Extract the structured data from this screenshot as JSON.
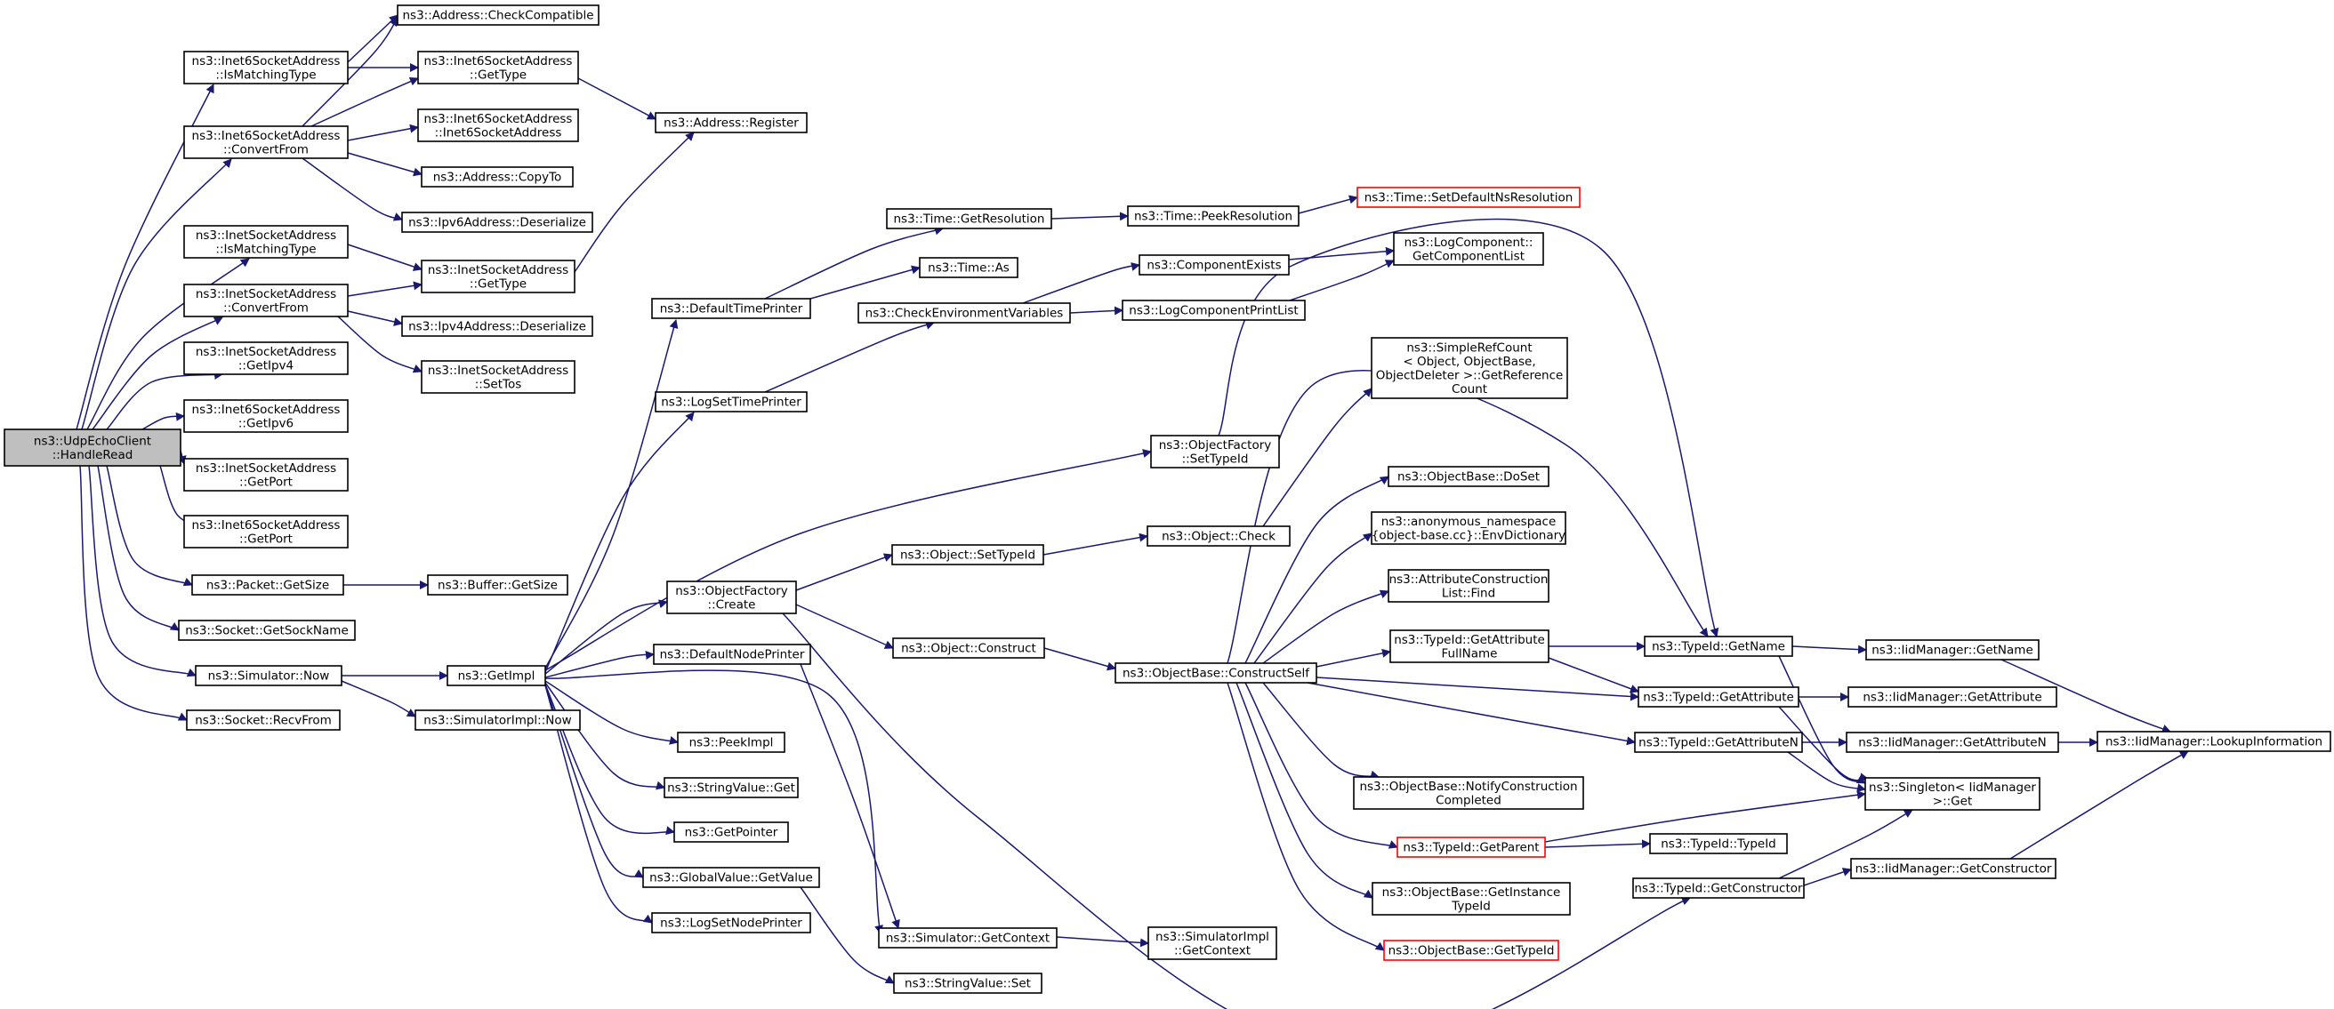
{
  "colors": {
    "edge": "#191970",
    "root_fill": "#bfbfbf",
    "truncated_stroke": "#ff0000",
    "node_stroke": "#000000"
  },
  "nodes": [
    {
      "id": "root",
      "lines": [
        "ns3::UdpEchoClient",
        "::HandleRead"
      ],
      "style": "root"
    },
    {
      "id": "inet6_ismatching",
      "lines": [
        "ns3::Inet6SocketAddress",
        "::IsMatchingType"
      ]
    },
    {
      "id": "inet6_convertfrom",
      "lines": [
        "ns3::Inet6SocketAddress",
        "::ConvertFrom"
      ]
    },
    {
      "id": "inet_ismatching",
      "lines": [
        "ns3::InetSocketAddress",
        "::IsMatchingType"
      ]
    },
    {
      "id": "inet_convertfrom",
      "lines": [
        "ns3::InetSocketAddress",
        "::ConvertFrom"
      ]
    },
    {
      "id": "inet_getipv4",
      "lines": [
        "ns3::InetSocketAddress",
        "::GetIpv4"
      ]
    },
    {
      "id": "inet6_getipv6",
      "lines": [
        "ns3::Inet6SocketAddress",
        "::GetIpv6"
      ]
    },
    {
      "id": "inet_getport",
      "lines": [
        "ns3::InetSocketAddress",
        "::GetPort"
      ]
    },
    {
      "id": "inet6_getport",
      "lines": [
        "ns3::Inet6SocketAddress",
        "::GetPort"
      ]
    },
    {
      "id": "packet_getsize",
      "lines": [
        "ns3::Packet::GetSize"
      ]
    },
    {
      "id": "socket_getsockname",
      "lines": [
        "ns3::Socket::GetSockName"
      ]
    },
    {
      "id": "simulator_now",
      "lines": [
        "ns3::Simulator::Now"
      ]
    },
    {
      "id": "socket_recvfrom",
      "lines": [
        "ns3::Socket::RecvFrom"
      ]
    },
    {
      "id": "address_checkcompatible",
      "lines": [
        "ns3::Address::CheckCompatible"
      ]
    },
    {
      "id": "inet6_gettype",
      "lines": [
        "ns3::Inet6SocketAddress",
        "::GetType"
      ]
    },
    {
      "id": "inet6_ctor",
      "lines": [
        "ns3::Inet6SocketAddress",
        "::Inet6SocketAddress"
      ]
    },
    {
      "id": "address_copyto",
      "lines": [
        "ns3::Address::CopyTo"
      ]
    },
    {
      "id": "ipv6_deserialize",
      "lines": [
        "ns3::Ipv6Address::Deserialize"
      ]
    },
    {
      "id": "inet_gettype",
      "lines": [
        "ns3::InetSocketAddress",
        "::GetType"
      ]
    },
    {
      "id": "ipv4_deserialize",
      "lines": [
        "ns3::Ipv4Address::Deserialize"
      ]
    },
    {
      "id": "inet_settos",
      "lines": [
        "ns3::InetSocketAddress",
        "::SetTos"
      ]
    },
    {
      "id": "buffer_getsize",
      "lines": [
        "ns3::Buffer::GetSize"
      ]
    },
    {
      "id": "getimpl",
      "lines": [
        "ns3::GetImpl"
      ]
    },
    {
      "id": "simulatorimpl_now",
      "lines": [
        "ns3::SimulatorImpl::Now"
      ]
    },
    {
      "id": "address_register",
      "lines": [
        "ns3::Address::Register"
      ]
    },
    {
      "id": "defaulttimeprinter",
      "lines": [
        "ns3::DefaultTimePrinter"
      ]
    },
    {
      "id": "logsettimeprinter",
      "lines": [
        "ns3::LogSetTimePrinter"
      ]
    },
    {
      "id": "objectfactory_create",
      "lines": [
        "ns3::ObjectFactory",
        "::Create"
      ]
    },
    {
      "id": "defaultnodeprinter",
      "lines": [
        "ns3::DefaultNodePrinter"
      ]
    },
    {
      "id": "peekimpl",
      "lines": [
        "ns3::PeekImpl"
      ]
    },
    {
      "id": "stringvalue_get",
      "lines": [
        "ns3::StringValue::Get"
      ]
    },
    {
      "id": "getpointer",
      "lines": [
        "ns3::GetPointer"
      ]
    },
    {
      "id": "globalvalue_getvalue",
      "lines": [
        "ns3::GlobalValue::GetValue"
      ]
    },
    {
      "id": "logsetnodeprinter",
      "lines": [
        "ns3::LogSetNodePrinter"
      ]
    },
    {
      "id": "time_getresolution",
      "lines": [
        "ns3::Time::GetResolution"
      ]
    },
    {
      "id": "time_as",
      "lines": [
        "ns3::Time::As"
      ]
    },
    {
      "id": "checkenv",
      "lines": [
        "ns3::CheckEnvironmentVariables"
      ]
    },
    {
      "id": "object_settypeid",
      "lines": [
        "ns3::Object::SetTypeId"
      ]
    },
    {
      "id": "object_construct",
      "lines": [
        "ns3::Object::Construct"
      ]
    },
    {
      "id": "simulator_getcontext",
      "lines": [
        "ns3::Simulator::GetContext"
      ]
    },
    {
      "id": "stringvalue_set",
      "lines": [
        "ns3::StringValue::Set"
      ]
    },
    {
      "id": "time_peekresolution",
      "lines": [
        "ns3::Time::PeekResolution"
      ]
    },
    {
      "id": "componentexists",
      "lines": [
        "ns3::ComponentExists"
      ]
    },
    {
      "id": "logcomponentprintlist",
      "lines": [
        "ns3::LogComponentPrintList"
      ]
    },
    {
      "id": "objectfactory_settypeid",
      "lines": [
        "ns3::ObjectFactory",
        "::SetTypeId"
      ]
    },
    {
      "id": "object_check",
      "lines": [
        "ns3::Object::Check"
      ]
    },
    {
      "id": "objectbase_constructself",
      "lines": [
        "ns3::ObjectBase::ConstructSelf"
      ]
    },
    {
      "id": "simulatorimpl_getcontext",
      "lines": [
        "ns3::SimulatorImpl",
        "::GetContext"
      ]
    },
    {
      "id": "time_setdefaultnsresolution",
      "lines": [
        "ns3::Time::SetDefaultNsResolution"
      ],
      "style": "red"
    },
    {
      "id": "logcomponent_getcomponentlist",
      "lines": [
        "ns3::LogComponent::",
        "GetComponentList"
      ]
    },
    {
      "id": "simplerefcount_getreferencecount",
      "lines": [
        "ns3::SimpleRefCount",
        "< Object, ObjectBase,",
        "ObjectDeleter >::GetReference",
        "Count"
      ]
    },
    {
      "id": "objectbase_doset",
      "lines": [
        "ns3::ObjectBase::DoSet"
      ]
    },
    {
      "id": "anon_envdictionary",
      "lines": [
        "ns3::anonymous_namespace",
        "{object-base.cc}::EnvDictionary"
      ]
    },
    {
      "id": "attributeconstructionlist_find",
      "lines": [
        "ns3::AttributeConstruction",
        "List::Find"
      ]
    },
    {
      "id": "typeid_getattributefullname",
      "lines": [
        "ns3::TypeId::GetAttribute",
        "FullName"
      ]
    },
    {
      "id": "objectbase_notifyconstructioncompleted",
      "lines": [
        "ns3::ObjectBase::NotifyConstruction",
        "Completed"
      ]
    },
    {
      "id": "typeid_getparent",
      "lines": [
        "ns3::TypeId::GetParent"
      ],
      "style": "red"
    },
    {
      "id": "objectbase_getinstancetypeid",
      "lines": [
        "ns3::ObjectBase::GetInstance",
        "TypeId"
      ]
    },
    {
      "id": "objectbase_gettypeid",
      "lines": [
        "ns3::ObjectBase::GetTypeId"
      ],
      "style": "red"
    },
    {
      "id": "typeid_getname",
      "lines": [
        "ns3::TypeId::GetName"
      ]
    },
    {
      "id": "typeid_getattribute",
      "lines": [
        "ns3::TypeId::GetAttribute"
      ]
    },
    {
      "id": "typeid_getattributen",
      "lines": [
        "ns3::TypeId::GetAttributeN"
      ]
    },
    {
      "id": "typeid_typeid",
      "lines": [
        "ns3::TypeId::TypeId"
      ]
    },
    {
      "id": "typeid_getconstructor",
      "lines": [
        "ns3::TypeId::GetConstructor"
      ]
    },
    {
      "id": "iidmanager_getname",
      "lines": [
        "ns3::IidManager::GetName"
      ]
    },
    {
      "id": "iidmanager_getattribute",
      "lines": [
        "ns3::IidManager::GetAttribute"
      ]
    },
    {
      "id": "iidmanager_getattributen",
      "lines": [
        "ns3::IidManager::GetAttributeN"
      ]
    },
    {
      "id": "singleton_get",
      "lines": [
        "ns3::Singleton< IidManager",
        ">::Get"
      ]
    },
    {
      "id": "iidmanager_getconstructor",
      "lines": [
        "ns3::IidManager::GetConstructor"
      ]
    },
    {
      "id": "iidmanager_lookupinformation",
      "lines": [
        "ns3::IidManager::LookupInformation"
      ]
    }
  ]
}
